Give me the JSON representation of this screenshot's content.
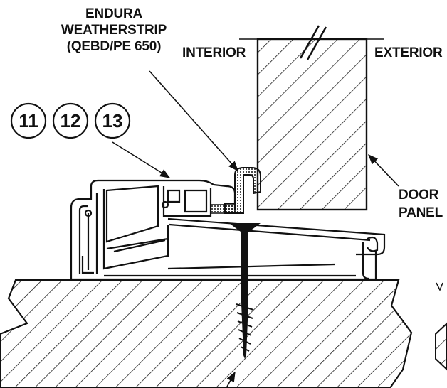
{
  "labels": {
    "weatherstrip": [
      "ENDURA",
      "WEATHERSTRIP",
      "(QEBD/PE 650)"
    ],
    "interior": "INTERIOR",
    "exterior": "EXTERIOR",
    "door_panel": [
      "DOOR",
      "PANEL"
    ]
  },
  "callouts": [
    "11",
    "12",
    "13"
  ],
  "colors": {
    "ink": "#111111",
    "paper": "#ffffff"
  }
}
